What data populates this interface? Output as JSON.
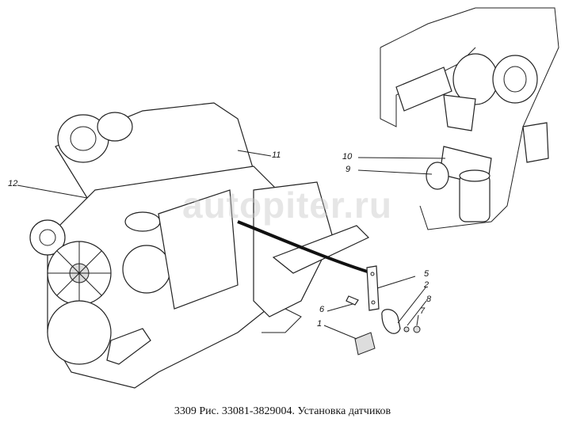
{
  "caption": "3309 Рис. 33081-3829004. Установка датчиков",
  "watermark": "autopiter.ru",
  "callouts": [
    "1",
    "2",
    "5",
    "6",
    "7",
    "8",
    "9",
    "10",
    "11",
    "12"
  ]
}
